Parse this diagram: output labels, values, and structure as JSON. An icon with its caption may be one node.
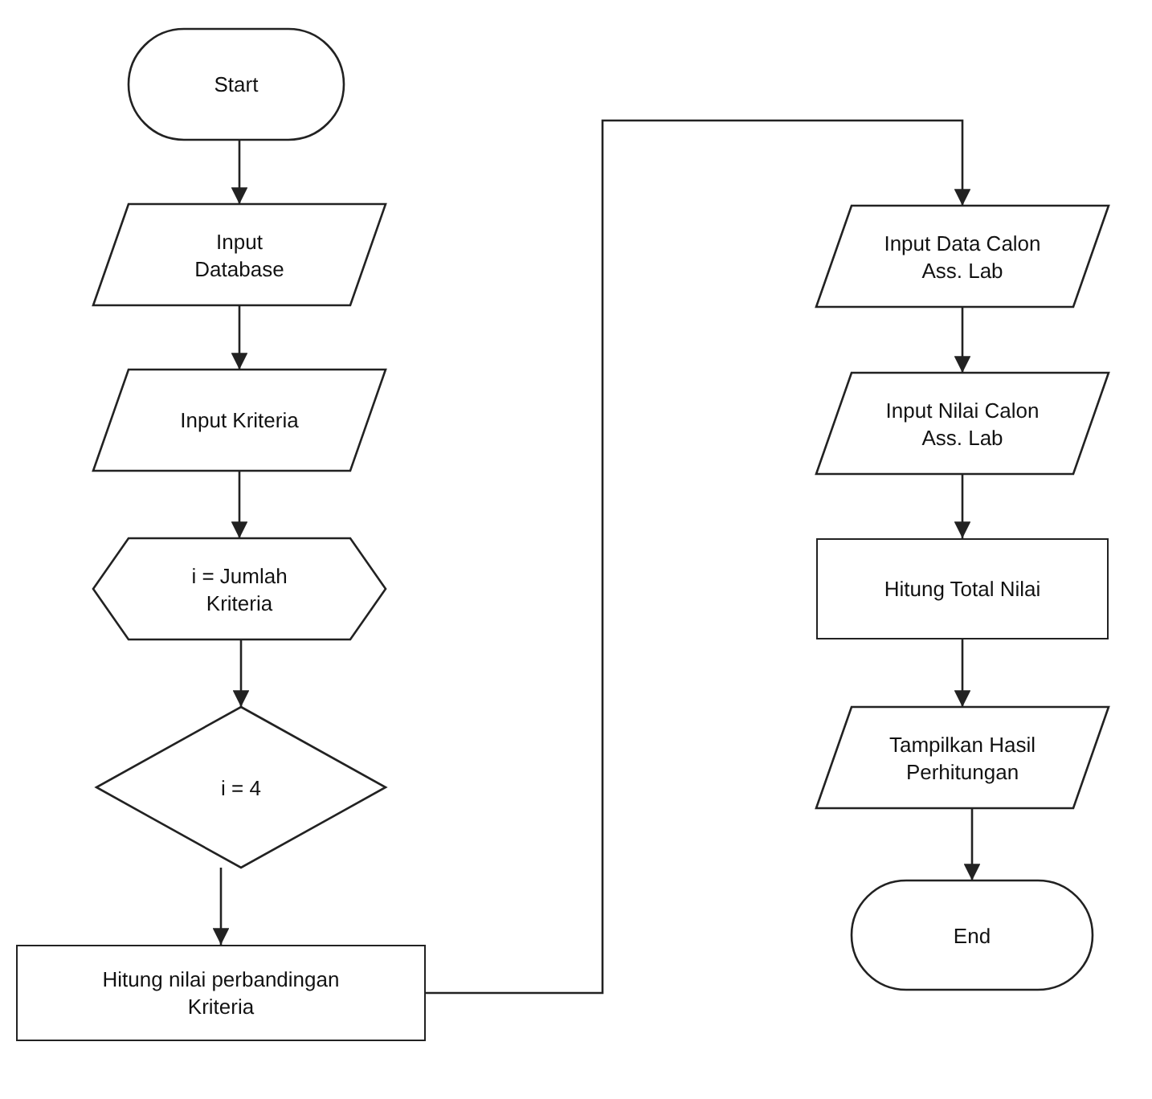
{
  "diagram": {
    "nodes": [
      {
        "text": [
          "Start"
        ]
      },
      {
        "text": [
          "Input Database"
        ]
      },
      {
        "text": [
          "Input Kriteria"
        ]
      },
      {
        "text": [
          "i = Jumlah Kriteria"
        ]
      },
      {
        "text": [
          "i = 4"
        ]
      },
      {
        "text": [
          "Hitung nilai perbandingan Kriteria"
        ]
      },
      {
        "text": [
          "Input Data Calon Ass. Lab"
        ]
      },
      {
        "text": [
          "Input Nilai Calon Ass. Lab"
        ]
      },
      {
        "text": [
          "Hitung Total Nilai"
        ]
      },
      {
        "text": [
          "Tampilkan Hasil Perhitungan"
        ]
      },
      {
        "text": [
          "End"
        ]
      }
    ],
    "edges": [
      {
        "from": 0,
        "to": 1,
        "arrow": "to"
      },
      {
        "from": 1,
        "to": 2,
        "arrow": "to"
      },
      {
        "from": 2,
        "to": 3,
        "arrow": "to"
      },
      {
        "from": 3,
        "to": 4,
        "arrow": "to"
      },
      {
        "from": 4,
        "to": 5,
        "arrow": "to"
      },
      {
        "from": 5,
        "to": 6,
        "arrow": "to"
      },
      {
        "from": 6,
        "to": 7,
        "arrow": "to"
      },
      {
        "from": 7,
        "to": 8,
        "arrow": "to"
      },
      {
        "from": 8,
        "to": 9,
        "arrow": "to"
      },
      {
        "from": 9,
        "to": 10,
        "arrow": "to"
      }
    ]
  }
}
